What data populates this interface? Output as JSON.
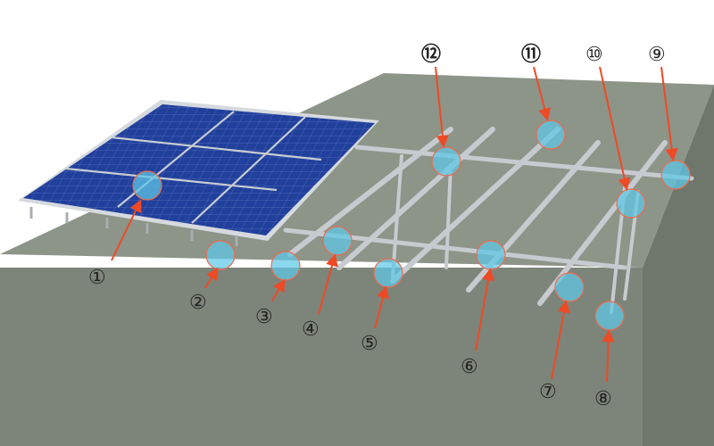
{
  "callouts": [
    {
      "label": "①"
    },
    {
      "label": "②"
    },
    {
      "label": "③"
    },
    {
      "label": "④"
    },
    {
      "label": "⑤"
    },
    {
      "label": "⑥"
    },
    {
      "label": "⑦"
    },
    {
      "label": "⑧"
    },
    {
      "label": "⑨"
    },
    {
      "label": "⑩"
    },
    {
      "label": "⑪"
    },
    {
      "label": "⑫"
    }
  ],
  "colors": {
    "ground_top": "#8d9488",
    "ground_side": "#7b8277",
    "panel": "#1f3f9a",
    "panel_frame": "#c9ccd2",
    "rail": "#c7cbd0",
    "highlight": "#5ec8e6",
    "arrow": "#ee4a26"
  }
}
